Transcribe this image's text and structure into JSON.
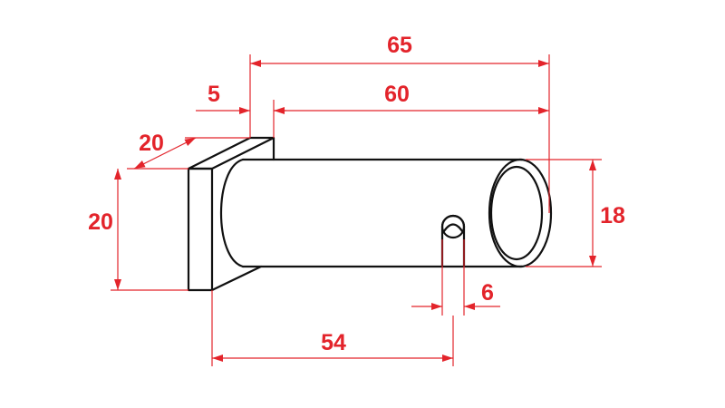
{
  "colors": {
    "dimension": "#e3242b",
    "outline": "#111111",
    "background": "#ffffff"
  },
  "dimensions": {
    "overall_length": "65",
    "pin_length": "60",
    "head_thickness": "5",
    "head_depth": "20",
    "head_height": "20",
    "pin_diameter": "18",
    "hole_diameter": "6",
    "hole_position": "54"
  }
}
